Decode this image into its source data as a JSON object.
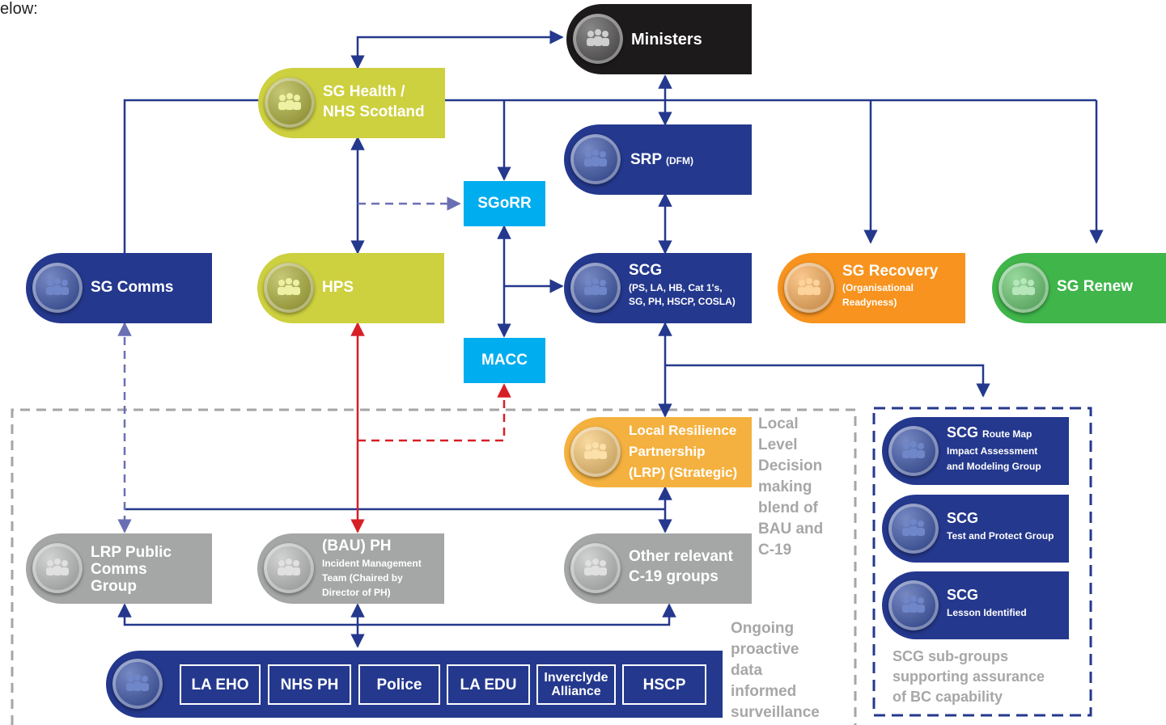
{
  "page_note": "elow:",
  "nodes": {
    "ministers": {
      "title": "Ministers"
    },
    "sg_health": {
      "line1": "SG Health /",
      "line2": "NHS Scotland"
    },
    "srp": {
      "title": "SRP",
      "sub": "(DFM)"
    },
    "sgorr": {
      "title": "SGoRR"
    },
    "macc": {
      "title": "MACC"
    },
    "sg_comms": {
      "title": "SG Comms"
    },
    "hps": {
      "title": "HPS"
    },
    "scg": {
      "title": "SCG",
      "sub1": "(PS, LA, HB, Cat 1's,",
      "sub2": "SG, PH, HSCP, COSLA)"
    },
    "sg_recovery": {
      "title": "SG Recovery",
      "sub1": "(Organisational",
      "sub2": "Readyness)"
    },
    "sg_renew": {
      "title": "SG Renew"
    },
    "lrp": {
      "line1": "Local Resilience",
      "line2": "Partnership",
      "line3": "(LRP) (Strategic)"
    },
    "lrp_comms": {
      "line1": "LRP Public",
      "line2": "Comms",
      "line3": "Group"
    },
    "bau_ph": {
      "title": "(BAU) PH",
      "sub1": "Incident Management",
      "sub2": "Team (Chaired by",
      "sub3": "Director of PH)"
    },
    "other_groups": {
      "line1": "Other relevant",
      "line2": "C-19 groups"
    },
    "scg_routemap": {
      "title": "SCG",
      "title_suffix": "Route Map",
      "sub1": "Impact Assessment",
      "sub2": "and Modeling Group"
    },
    "scg_test": {
      "title": "SCG",
      "sub": "Test and Protect Group"
    },
    "scg_lesson": {
      "title": "SCG",
      "sub": "Lesson Identified"
    }
  },
  "notes": {
    "local_level": [
      "Local",
      "Level",
      "Decision",
      "making",
      "blend of",
      "BAU and",
      "C-19"
    ],
    "ongoing": [
      "Ongoing",
      "proactive",
      "data",
      "informed",
      "surveillance"
    ],
    "subgroups": [
      "SCG sub-groups",
      "supporting assurance",
      "of BC capability"
    ]
  },
  "bottom_bar": {
    "cells": [
      "LA EHO",
      "NHS PH",
      "Police",
      "LA EDU",
      "Inverclyde",
      "Alliance",
      "HSCP"
    ]
  },
  "colors": {
    "navy": "#24388d",
    "black": "#1c1a1a",
    "lime": "#cdd03f",
    "grey": "#a5a6a6",
    "orange": "#f7931e",
    "amber": "#f4b13f",
    "green": "#3fb54a",
    "cyan": "#00adee",
    "arrow_blue": "#24388d",
    "arrow_red": "#d71f26",
    "arrow_dashed_blue": "#6a6fb4",
    "dashed_grey": "#a5a6a6"
  }
}
